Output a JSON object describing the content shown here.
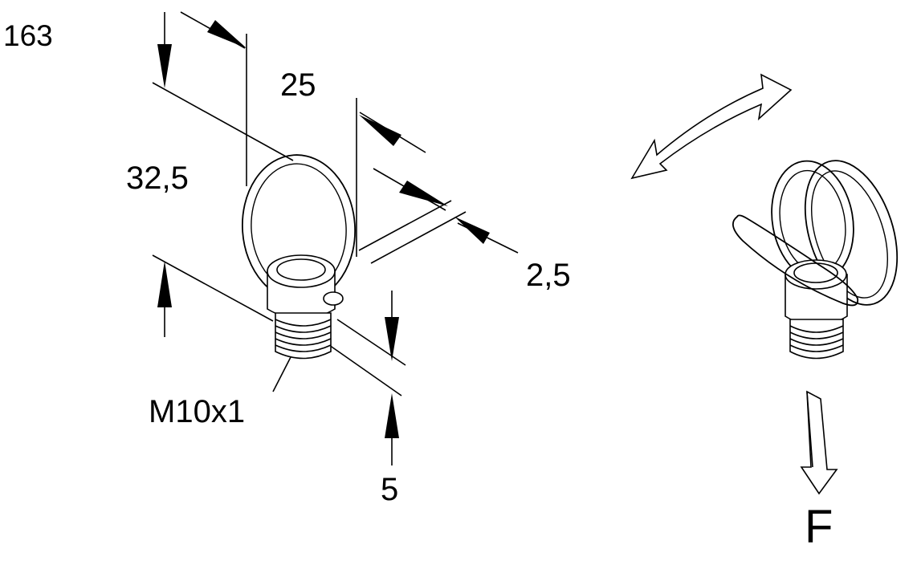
{
  "figure": {
    "number": "163",
    "dimensions": {
      "height": "32,5",
      "width": "25",
      "wire": "2,5",
      "thread_length": "5",
      "thread": "M10x1"
    },
    "force_label": "F"
  }
}
